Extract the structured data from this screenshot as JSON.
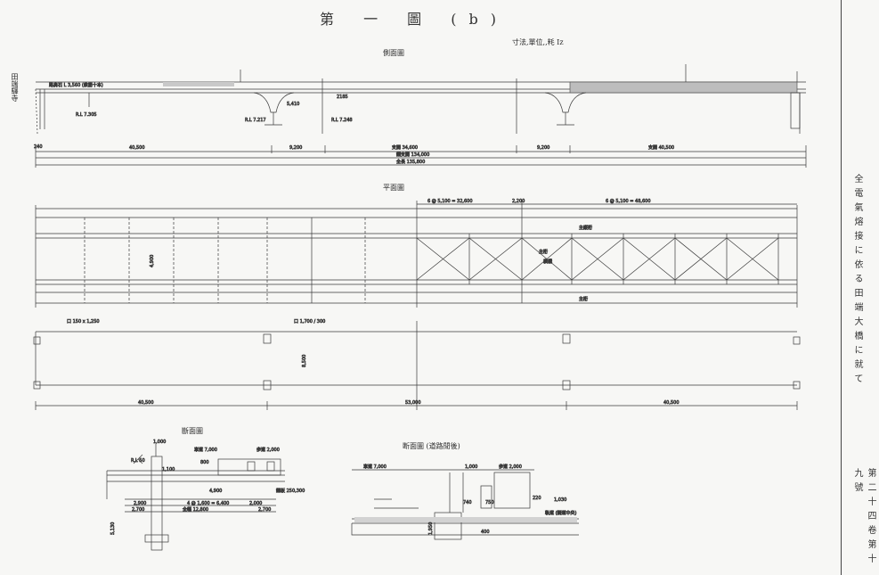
{
  "title": "第 一 圖 (b)",
  "units_note": "寸法,單位,,粍 Iz",
  "views": {
    "side": "側面圖",
    "plan": "平面圖",
    "section": "斷面圖",
    "section_road": "断面圖 (道路閒後)"
  },
  "station_label": "田端驛寺",
  "right_margin": {
    "series_title": "全電氣熔接に依る田端大橋に就て",
    "issue": "第二十四卷第十九號"
  },
  "side_dims": {
    "d1": "40,500",
    "d2": "9,200",
    "d3": "支間 34,600",
    "d4": "9,200",
    "d5": "支間 40,500",
    "total1": "鋼支間 134,000",
    "total2": "全長 135,800",
    "a1": "R.L 7.305",
    "a2": "R.L 7.217",
    "a3": "R.L 7.248",
    "a4": "2185",
    "a5": "5,410",
    "a6": "240",
    "a7": "路肩石 L 3,560 (鉄筋十本)"
  },
  "plan_dims": {
    "p1": "6 @ 5,100 = 32,600",
    "p2": "2,200",
    "p3": "6 @ 5,100 = 48,600",
    "p4": "主縦桁",
    "p5": "橫構",
    "p6": "主桁",
    "p7": "主桁",
    "p8": "4,900",
    "b1": "40,500",
    "b2": "53,000",
    "b3": "40,500",
    "b4": "8,500",
    "n1": "口 150 x 1,250",
    "n2": "口 1,700 / 300"
  },
  "sec1_dims": {
    "s1": "1,000",
    "s2": "車道 7,000",
    "s3": "歩道 2,000",
    "s4": "800",
    "s5": "1,100",
    "s6": "2,900",
    "s7": "4,900",
    "s8": "2,000",
    "s9": "4 @ 1,600 = 6,400",
    "s10": "全幅 12,800",
    "s11": "2,700",
    "s12": "5,130",
    "s13": "2,700",
    "s14": "鋼板 250,300",
    "s15": "R.L 50"
  },
  "sec2_dims": {
    "r1": "車道 7,000",
    "r2": "1,000",
    "r3": "歩道 2,000",
    "r4": "1,030",
    "r5": "220",
    "r6": "740",
    "r7": "750",
    "r8": "軌道 (鋼道中央)",
    "r9": "1,950",
    "r10": "400"
  }
}
